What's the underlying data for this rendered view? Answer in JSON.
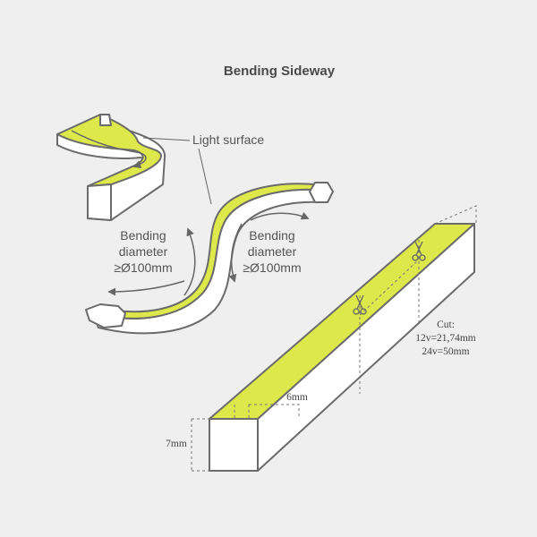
{
  "title": "Bending Sideway",
  "labels": {
    "light_surface": "Light surface",
    "bend_left": [
      "Bending",
      "diameter",
      "≥Ø100mm"
    ],
    "bend_right": [
      "Bending",
      "diameter",
      "≥Ø100mm"
    ],
    "cut": [
      "Cut:",
      "12v=21,74mm",
      "24v=50mm"
    ],
    "width": "6mm",
    "height": "7mm"
  },
  "colors": {
    "background": "#efefef",
    "light": "#dde84a",
    "body": "#ffffff",
    "outline": "#6b6b6b",
    "text": "#555555"
  }
}
